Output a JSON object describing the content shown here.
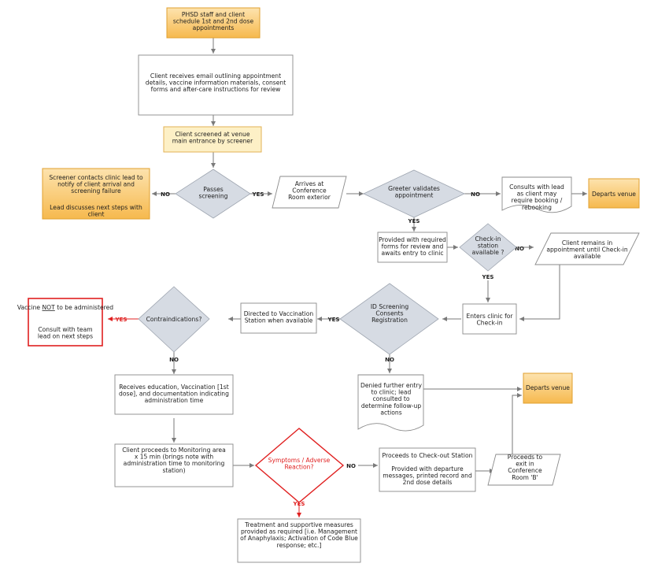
{
  "nodes": {
    "schedule": "PHSD staff and client schedule 1st and 2nd dose appointments",
    "email": "Client receives email outlining appointment details, vaccine information materials, consent forms and after-care instructions for review",
    "screened": "Client screened at venue main entrance by screener",
    "screener_contacts": "Screener contacts clinic lead to notify of client arrival and screening failure",
    "lead_discusses": "Lead discusses next steps with client",
    "passes_screening": "Passes screening",
    "arrives": "Arrives at Conference Room exterior",
    "greeter": "Greeter validates appointment",
    "consults_lead": "Consults with lead as client may require booking / rebooking",
    "departs_1": "Departs venue",
    "provided_forms": "Provided with required forms for review and awaits entry to clinic",
    "checkin_available": "Check-in station available ?",
    "remains": "Client remains in appointment until Check-in available",
    "enters_clinic": "Enters clinic for Check-in",
    "id_screening": "ID Screening Consents Registration",
    "directed": "Directed to Vaccination Station when available",
    "contraindications": "Contraindications?",
    "vaccine_not_pre": "Vaccine ",
    "vaccine_not_em": "NOT",
    "vaccine_not_post": " to be administered",
    "consult_team": "Consult with team lead on next steps",
    "receives_education": "Receives education, Vaccination [1st dose], and documentation indicating administration time",
    "denied": "Denied further entry to clinic; lead consulted to determine follow-up actions",
    "departs_2": "Departs venue",
    "monitoring": "Client proceeds to Monitoring area x 15 min (brings note with administration time to monitoring station)",
    "symptoms": "Symptoms / Adverse Reaction?",
    "checkout": "Proceeds to Check-out Station",
    "checkout_details": "Provided with departure messages, printed record and 2nd dose details",
    "exit": "Proceeds to exit in Conference Room 'B'",
    "treatment": "Treatment and supportive measures provided as required [i.e. Management of Anaphylaxis; Activation of Code Blue response; etc.]"
  },
  "labels": {
    "no": "NO",
    "yes": "YES"
  },
  "colors": {
    "beige_fill": "#fdf0c6",
    "orange_fill": "#f9c56a",
    "diamond_fill": "#d6dbe3",
    "red": "#e02020"
  }
}
